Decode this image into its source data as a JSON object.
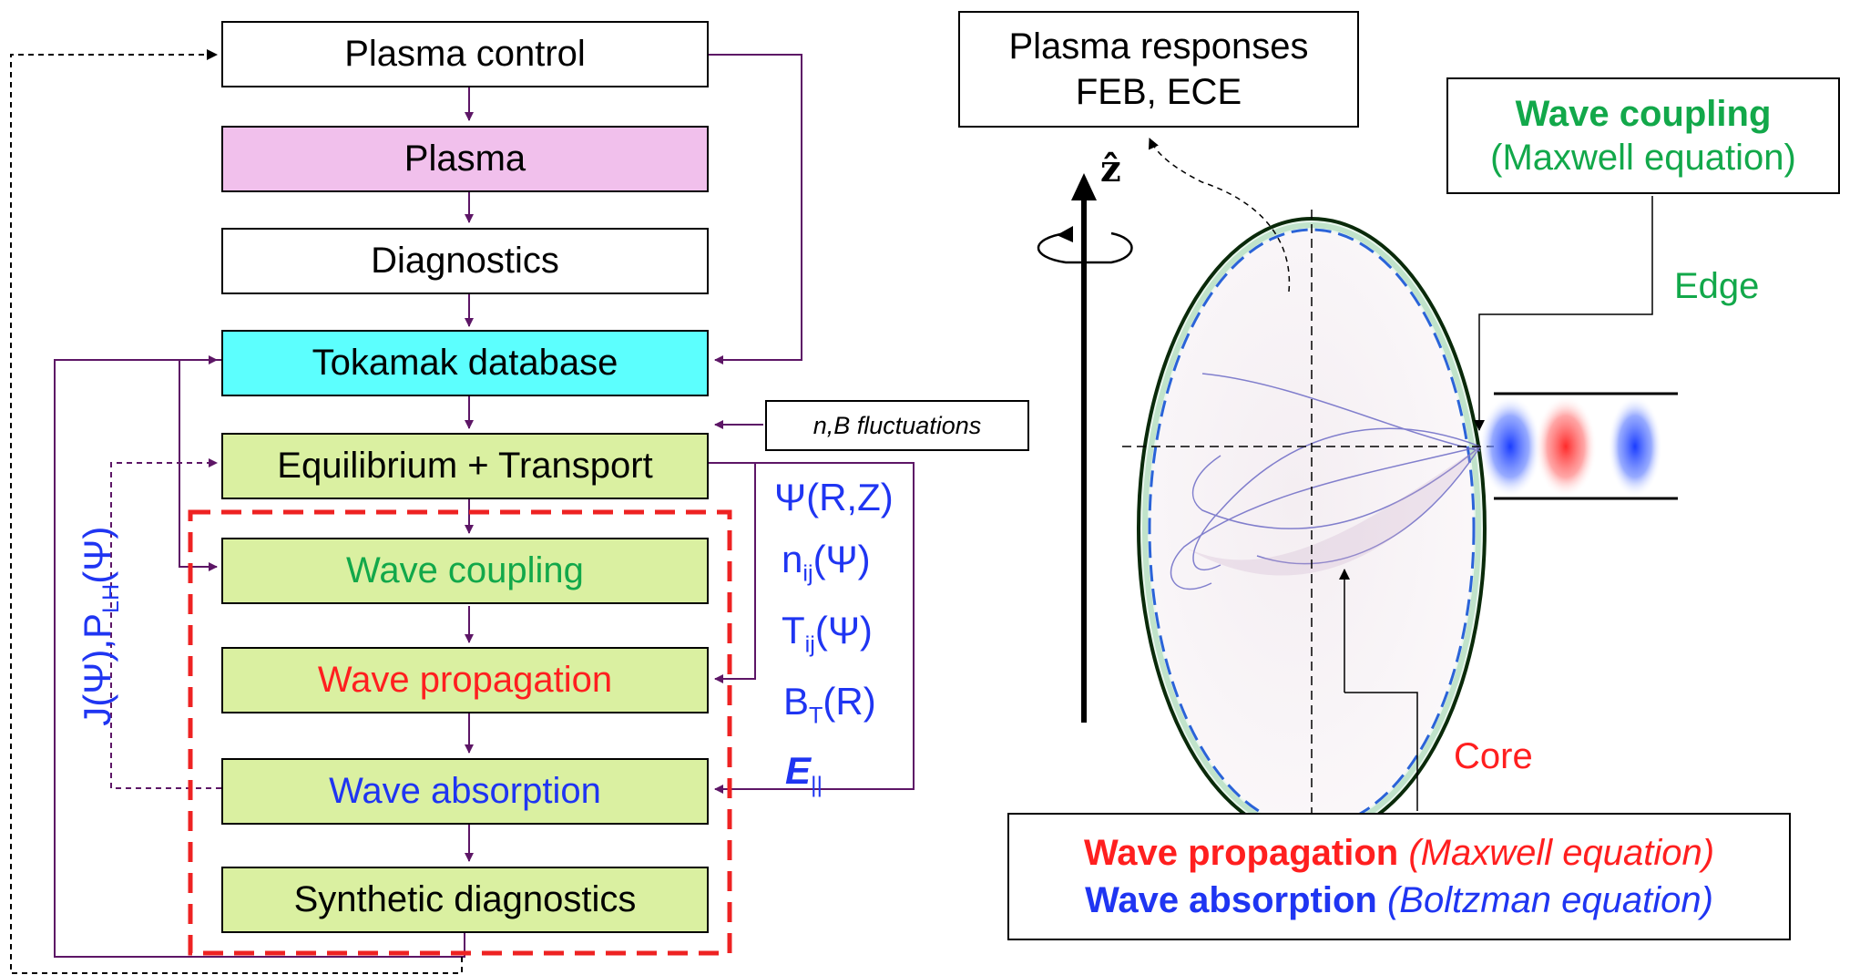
{
  "flow": {
    "plasma_control": "Plasma control",
    "plasma": "Plasma",
    "diagnostics": "Diagnostics",
    "tokamak_database": "Tokamak database",
    "equilibrium_transport": "Equilibrium + Transport",
    "wave_coupling": "Wave coupling",
    "wave_propagation": "Wave propagation",
    "wave_absorption": "Wave absorption",
    "synthetic_diagnostics": "Synthetic diagnostics",
    "fluctuations": "n,B fluctuations"
  },
  "labels": {
    "psi_rz": "Ψ(R,Z)",
    "n_base": "n",
    "n_sub": "ij",
    "n_tail": "(Ψ)",
    "t_base": "T",
    "t_sub": "ij",
    "t_tail": "(Ψ)",
    "b_base": "B",
    "b_sub": "T",
    "b_tail": "(R)",
    "e_base": "E",
    "e_sub": "||",
    "vertical_j": "J(Ψ),P",
    "vertical_sub": "LH",
    "vertical_tail": "(Ψ)"
  },
  "right": {
    "responses_line1": "Plasma responses",
    "responses_line2": "FEB, ECE",
    "axis_label": "ẑ",
    "coupling_title": "Wave coupling",
    "coupling_eq": "(Maxwell equation)",
    "edge": "Edge",
    "core": "Core",
    "prop_title": "Wave propagation",
    "prop_eq": "(Maxwell equation)",
    "abs_title": "Wave absorption",
    "abs_eq": "(Boltzman equation)"
  },
  "colors": {
    "plasma_fill": "#f1c0ec",
    "tokamak_fill": "#5cfffe",
    "wave_box_fill": "#daf0a1",
    "arrow": "#5d1666",
    "dashed_frame": "#ee2222",
    "blue": "#1f35f2",
    "green": "#12a84a",
    "red": "#ff1f1f"
  }
}
